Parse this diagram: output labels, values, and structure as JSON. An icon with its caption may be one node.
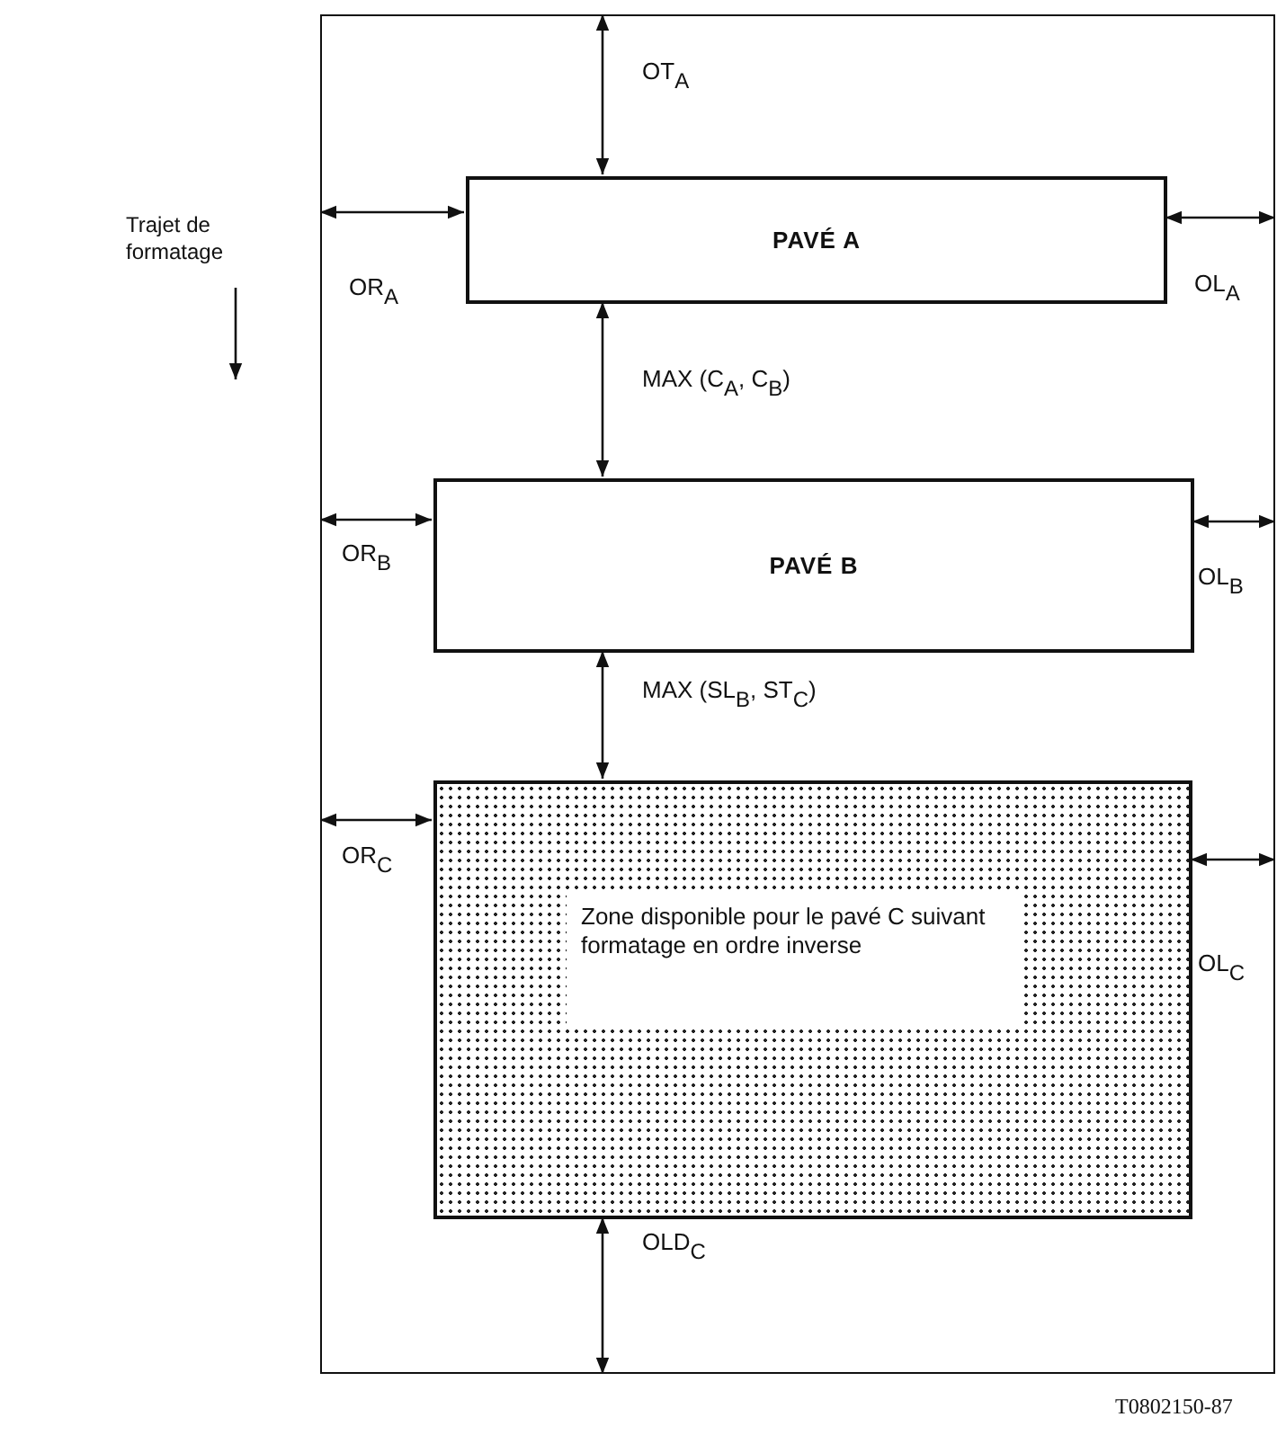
{
  "diagram": {
    "nodes": [
      {
        "text": [],
        "shape": "box"
      },
      {
        "text": [
          "PAVÉ A"
        ],
        "in": 0
      },
      {
        "text": [
          "PAVÉ B"
        ],
        "in": 0
      },
      {
        "text": [
          "Zone disponible pour le pavé C suivant formatage en ordre inverse"
        ],
        "in": 0
      }
    ],
    "edges": [
      {
        "from": 0,
        "to": 1,
        "arrow": "both",
        "label": "OT$_{A}$"
      },
      {
        "from": 0,
        "to": 1,
        "arrow": "both",
        "label": "OR$_{A}$"
      },
      {
        "from": 0,
        "to": 1,
        "arrow": "both",
        "label": "OL$_{A}$"
      },
      {
        "from": 1,
        "to": 2,
        "arrow": "both",
        "label": "MAX (C$_{A}$, C$_{B}$)"
      },
      {
        "from": 0,
        "to": 2,
        "arrow": "both",
        "label": "OR$_{B}$"
      },
      {
        "from": 0,
        "to": 2,
        "arrow": "both",
        "label": "OL$_{B}$"
      },
      {
        "from": 2,
        "to": 3,
        "arrow": "both",
        "label": "MAX (SL$_{B}$, ST$_{C}$)"
      },
      {
        "from": 0,
        "to": 3,
        "arrow": "both",
        "label": "OR$_{C}$"
      },
      {
        "from": 0,
        "to": 3,
        "arrow": "both",
        "label": "OL$_{C}$"
      },
      {
        "from": 0,
        "to": 3,
        "arrow": "both",
        "label": "OLD$_{C}$"
      }
    ],
    "labels": [
      "Trajet de formatage",
      "T0802150-87"
    ]
  }
}
